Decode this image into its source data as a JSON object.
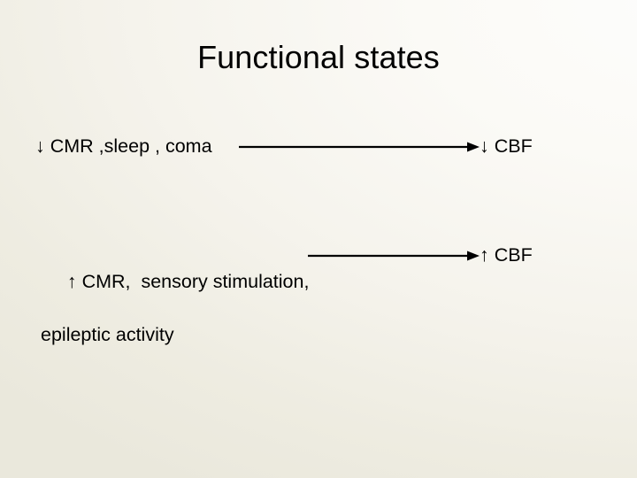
{
  "slide": {
    "title": "Functional states",
    "background_top_color": "#fbfaf7",
    "background_bottom_left_color": "#eae8dc",
    "text_color": "#000000"
  },
  "rows": [
    {
      "cause": "↓ CMR ,sleep , coma",
      "cause_line2": "",
      "arrow": "right-arrow",
      "effect": "↓ CBF"
    },
    {
      "cause": "↑ CMR,  sensory stimulation,",
      "cause_line2": "epileptic activity",
      "arrow": "right-arrow",
      "effect": "↑ CBF"
    }
  ]
}
